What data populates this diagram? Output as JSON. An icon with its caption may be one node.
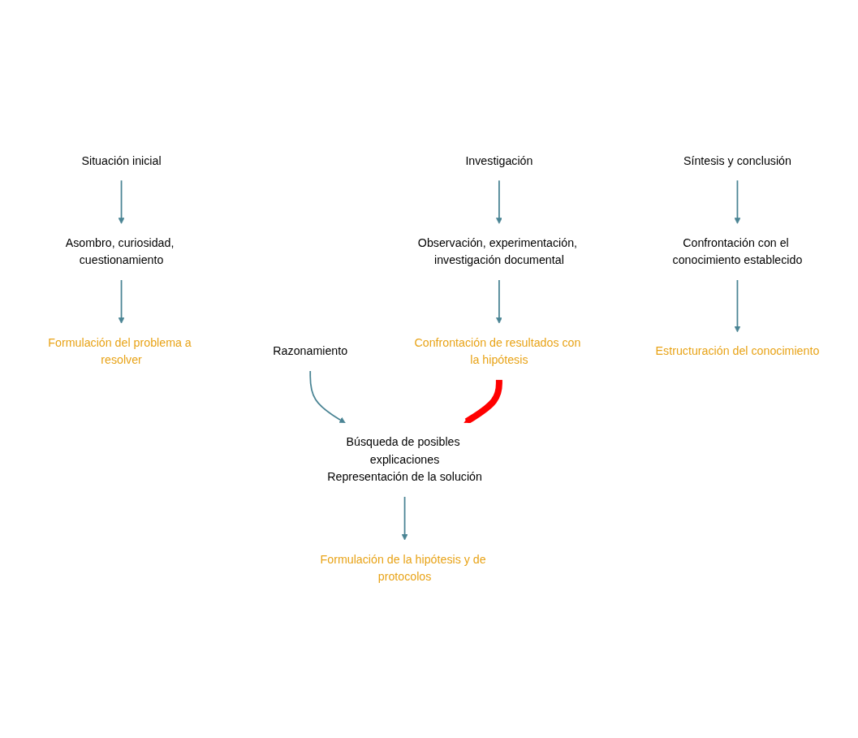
{
  "diagram": {
    "nodes": [
      {
        "text": [
          "Situación inicial"
        ]
      },
      {
        "text": [
          "Asombro, curiosidad, cuestionamiento"
        ]
      },
      {
        "text": [
          "Formulación del problema a resolver"
        ]
      },
      {
        "text": [
          "Razonamiento"
        ]
      },
      {
        "text": [
          "Búsqueda de posibles explicaciones",
          "Representación de la solución"
        ]
      },
      {
        "text": [
          "Formulación de la hipótesis y de protocolos"
        ]
      },
      {
        "text": [
          "Investigación"
        ]
      },
      {
        "text": [
          "Observación, experimentación, investigación documental"
        ]
      },
      {
        "text": [
          "Confrontación de resultados con la hipótesis"
        ]
      },
      {
        "text": [
          "Síntesis y conclusión"
        ]
      },
      {
        "text": [
          "Confrontación con el conocimiento establecido"
        ]
      },
      {
        "text": [
          "Estructuración del conocimiento"
        ]
      }
    ],
    "edges": [
      {
        "from": 0,
        "to": 1,
        "arrow": "to"
      },
      {
        "from": 1,
        "to": 2,
        "arrow": "to"
      },
      {
        "from": 3,
        "to": 4,
        "arrow": "to"
      },
      {
        "from": 4,
        "to": 5,
        "arrow": "to"
      },
      {
        "from": 6,
        "to": 7,
        "arrow": "to"
      },
      {
        "from": 7,
        "to": 8,
        "arrow": "to"
      },
      {
        "from": 8,
        "to": 4,
        "arrow": "to",
        "style": "thick",
        "color": "#ff0000"
      },
      {
        "from": 9,
        "to": 10,
        "arrow": "to"
      },
      {
        "from": 10,
        "to": 11,
        "arrow": "to"
      }
    ]
  }
}
